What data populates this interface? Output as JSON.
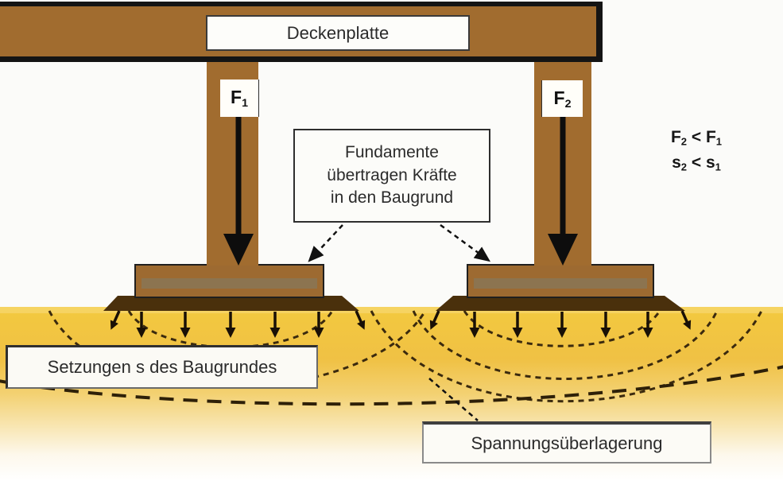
{
  "labels": {
    "deckenplatte": "Deckenplatte",
    "setzungen": "Setzungen s des Baugrundes",
    "spannung": "Spannungsüberlagerung"
  },
  "fundamente_note": {
    "line1": "Fundamente",
    "line2": "übertragen Kräfte",
    "line3": "in den Baugrund"
  },
  "forces": {
    "f1": {
      "base": "F",
      "sub": "1"
    },
    "f2": {
      "base": "F",
      "sub": "2"
    }
  },
  "inequalities": {
    "force": {
      "lhs": "F",
      "lhs_sub": "2",
      "op": "<",
      "rhs": "F",
      "rhs_sub": "1"
    },
    "settlement": {
      "lhs": "s",
      "lhs_sub": "2",
      "op": "<",
      "rhs": "s",
      "rhs_sub": "1"
    }
  },
  "colors": {
    "structure_brown": "#A16C2F",
    "footing_brown": "#9D6A31",
    "footing_band": "#8C7450",
    "base_dark_brown": "#4A300C",
    "ground_gold": "#F1C53E",
    "dashed_bulb": "#3B2A0E",
    "force_arrow": "#0d0d0d",
    "box_background": "#FCFCF8",
    "text": "#2b2b2b"
  }
}
